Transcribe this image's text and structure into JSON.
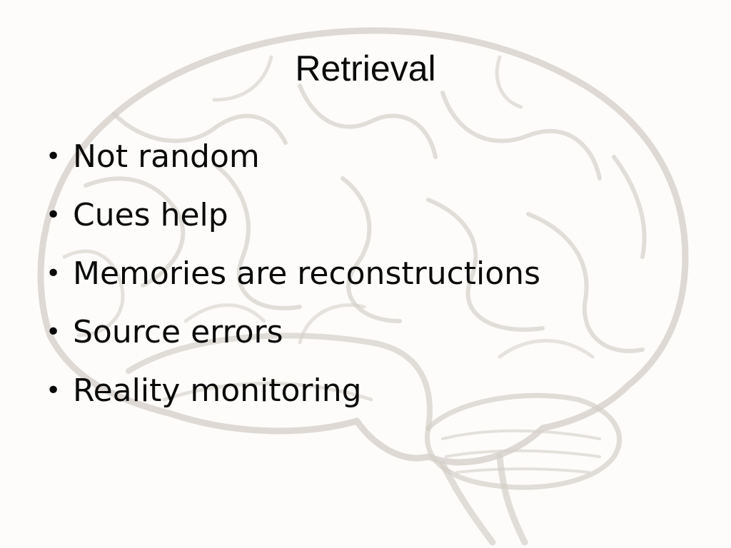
{
  "slide": {
    "title": "Retrieval",
    "bullet_glyph": "•",
    "bullets": [
      "Not random",
      "Cues help",
      "Memories are reconstructions",
      "Source errors",
      "Reality monitoring"
    ],
    "background_image": "brain-sketch",
    "colors": {
      "text": "#0a0a0a",
      "sketch": "#cfcac4",
      "background": "#fdfcfa"
    }
  }
}
